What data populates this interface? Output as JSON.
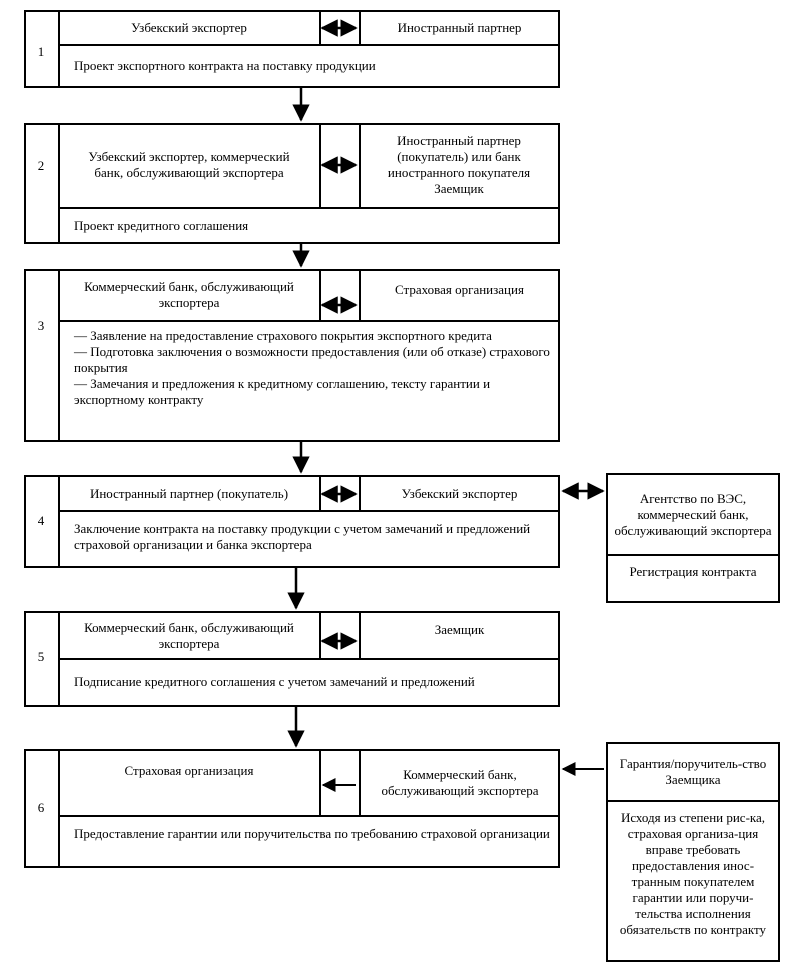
{
  "steps": [
    {
      "number": "1",
      "left": "Узбекский экспортер",
      "right": "Иностранный партнер",
      "main": "Проект экспортного контракта на поставку продукции"
    },
    {
      "number": "2",
      "left": "Узбекский экспортер, коммерческий банк, обслуживающий экспортера",
      "right": "Иностранный партнер (покупатель) или банк иностранного покупателя Заемщик",
      "main": "Проект кредитного соглашения"
    },
    {
      "number": "3",
      "left": "Коммерческий банк, обслуживающий  экспортера",
      "right": "Страховая организация",
      "main_lines": [
        "— Заявление на предоставление страхового покрытия экспортного кредита",
        "— Подготовка заключения о возможности предоставления (или об отказе) страхового покрытия",
        "— Замечания и предложения к кредитному соглашению, тексту гарантии и экспортному контракту"
      ]
    },
    {
      "number": "4",
      "left": "Иностранный партнер (покупатель)",
      "right": "Узбекский экспортер",
      "main": "Заключение контракта на поставку продукции с учетом замечаний и предложений страховой организации и банка экспортера"
    },
    {
      "number": "5",
      "left": "Коммерческий банк, обслуживающий экспортера",
      "right": "Заемщик",
      "main": "Подписание кредитного соглашения с учетом замечаний и предложений"
    },
    {
      "number": "6",
      "left": "Страховая организация",
      "right": "Коммерческий банк, обслуживающий экспортера",
      "main": "Предоставление гарантии или поручительства по требованию страховой организации"
    }
  ],
  "side_boxes": {
    "agency": {
      "title": "Агентство по ВЭС, коммерческий банк, обслуживающий экспортера",
      "body": "Регистрация контракта"
    },
    "guarantee": {
      "title": "Гарантия/поручитель-ство Заемщика",
      "body": "Исходя из степени рис-ка, страховая организа-ция вправе требовать предоставления инос-транным покупателем гарантии или поручи-тельства исполнения обязательств по контракту"
    }
  }
}
